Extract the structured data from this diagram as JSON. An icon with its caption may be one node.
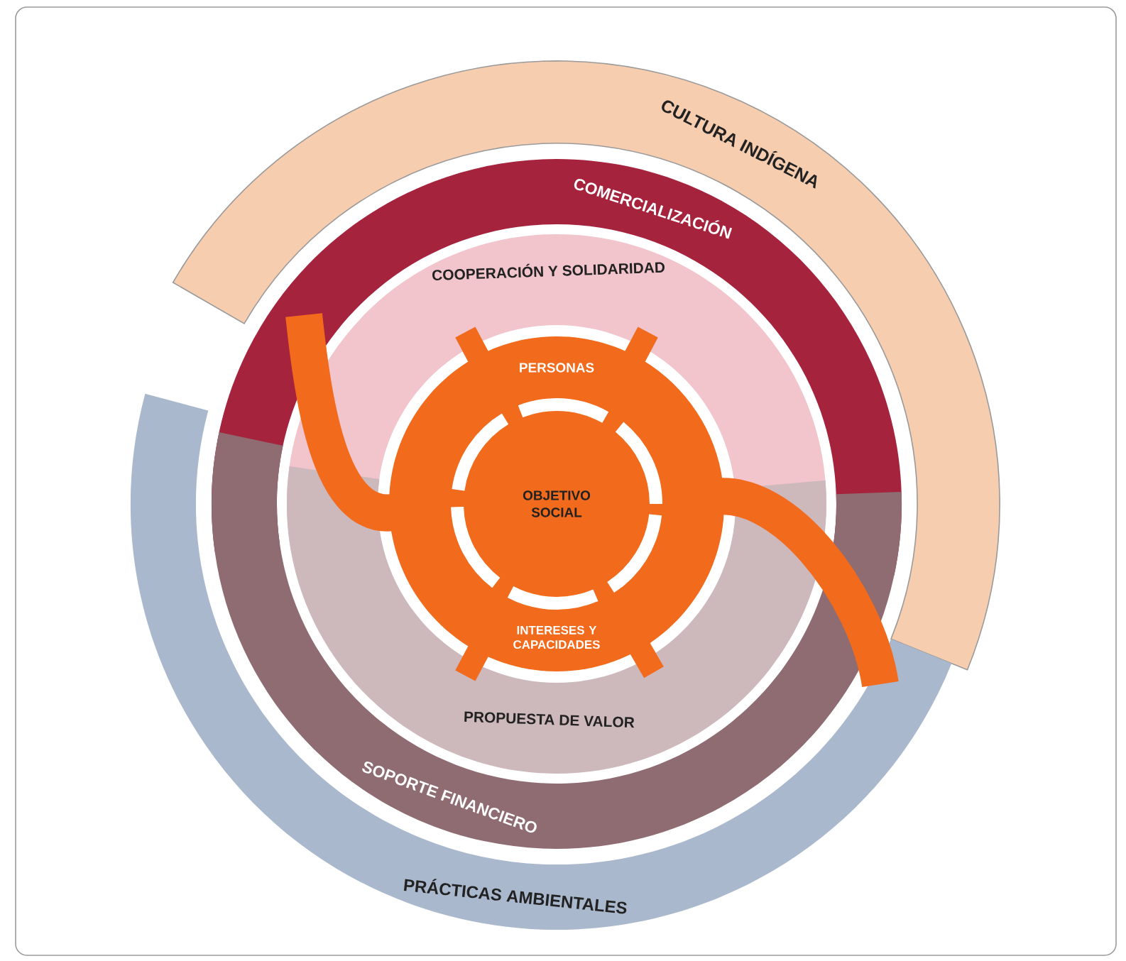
{
  "diagram": {
    "nodes": [
      {
        "text": [
          "CULTURA INDÍGENA"
        ]
      },
      {
        "text": [
          "COMERCIALIZACIÓN"
        ]
      },
      {
        "text": [
          "COOPERACIÓN Y SOLIDARIDAD"
        ]
      },
      {
        "text": [
          "PERSONAS",
          "INTERESES Y CAPACIDADES"
        ]
      },
      {
        "text": [
          "OBJETIVO SOCIAL"
        ],
        "in": 3
      },
      {
        "text": [
          "PROPUESTA DE VALOR"
        ]
      },
      {
        "text": [
          "SOPORTE FINANCIERO"
        ]
      },
      {
        "text": [
          "PRÁCTICAS AMBIENTALES"
        ]
      }
    ]
  }
}
